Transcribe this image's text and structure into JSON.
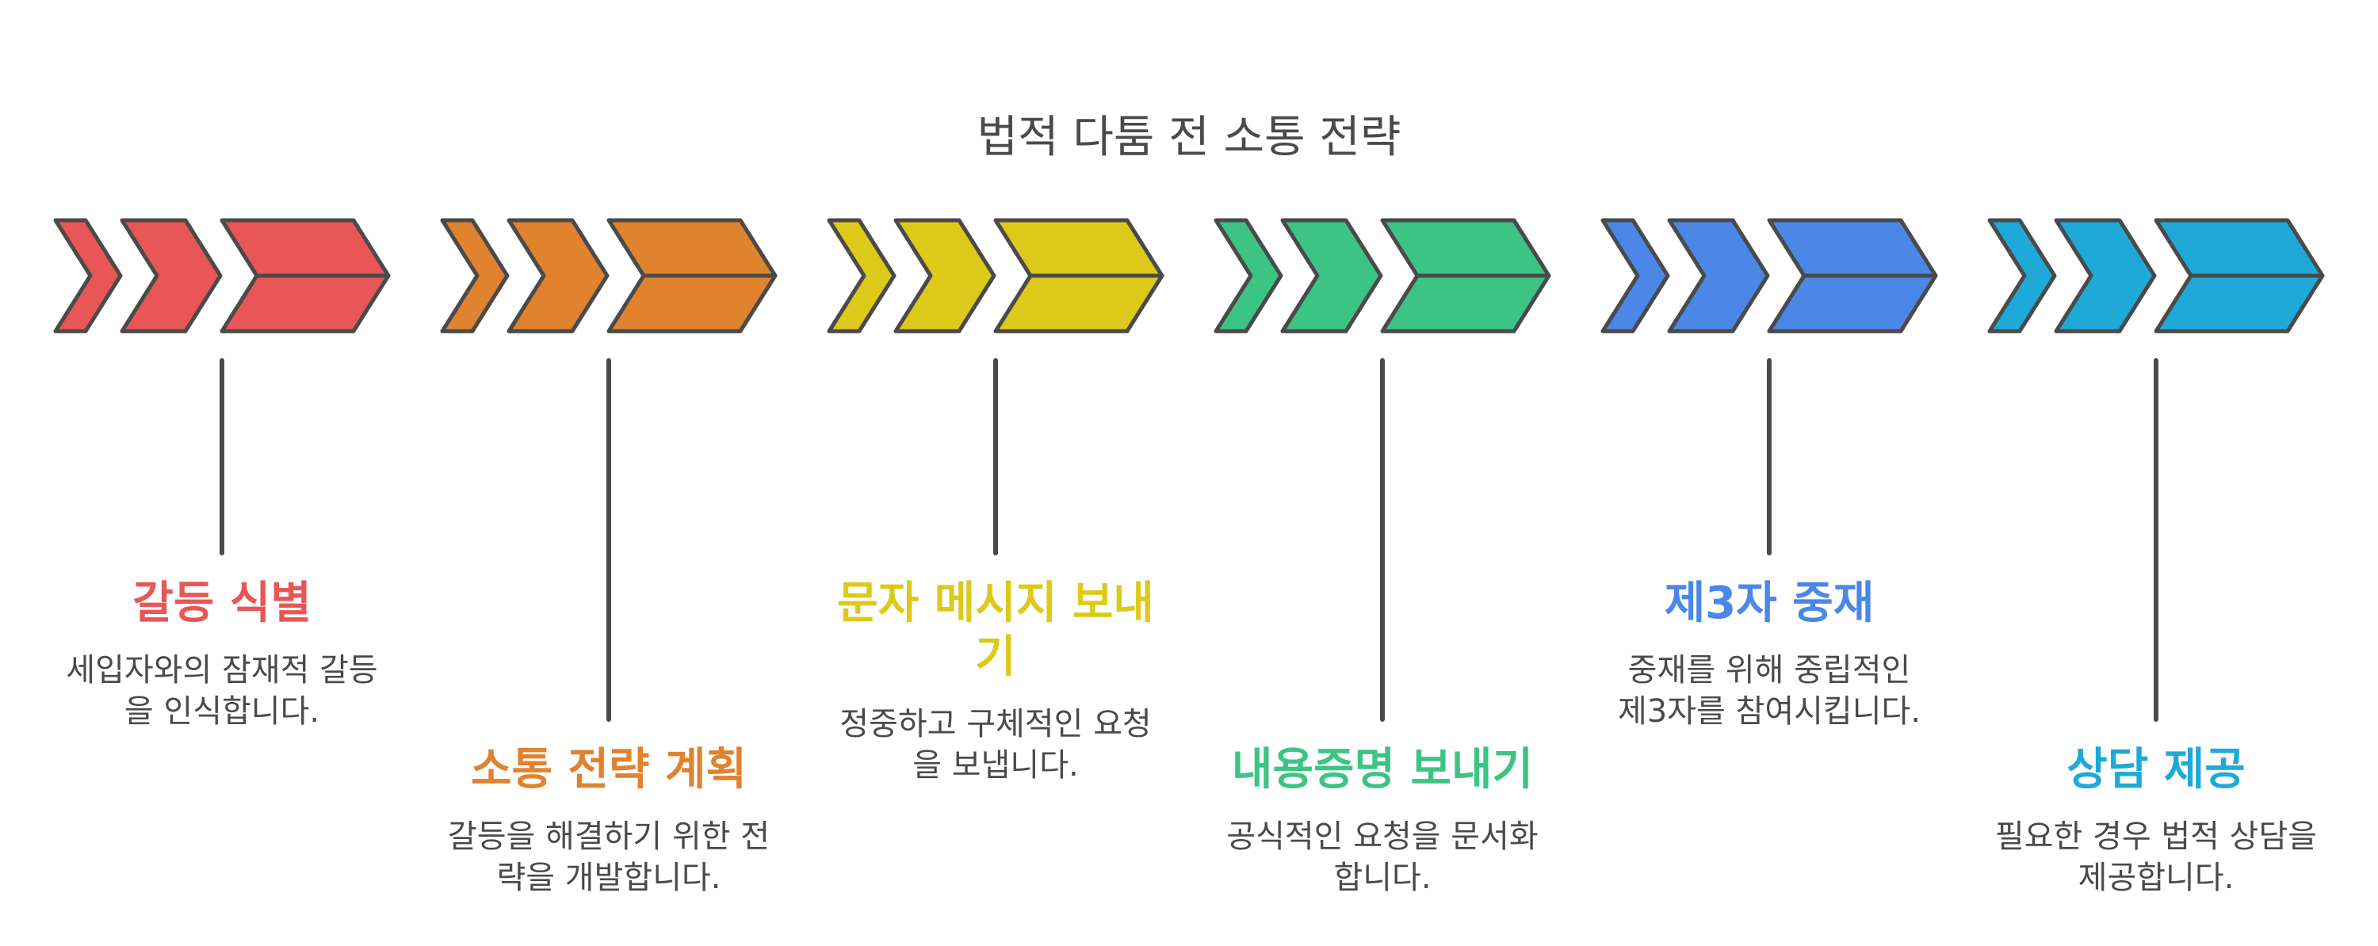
{
  "title": "법적 다툼 전 소통 전략",
  "steps": [
    {
      "title": "갈등 식별",
      "description": "세입자와의 잠재적 갈등을 인식합니다.",
      "color": "#e85756"
    },
    {
      "title": "소통 전략 계획",
      "description": "갈등을 해결하기 위한 전략을 개발합니다.",
      "color": "#e0822e"
    },
    {
      "title": "문자 메시지 보내기",
      "description": "정중하고 구체적인 요청을 보냅니다.",
      "color": "#dcc91a"
    },
    {
      "title": "내용증명 보내기",
      "description": "공식적인 요청을 문서화합니다.",
      "color": "#3cc484"
    },
    {
      "title": "제3자 중재",
      "description": "중재를 위해 중립적인 제3자를 참여시킵니다.",
      "color": "#4b87e6"
    },
    {
      "title": "상담 제공",
      "description": "필요한 경우 법적 상담을 제공합니다.",
      "color": "#1ea9d8"
    }
  ]
}
